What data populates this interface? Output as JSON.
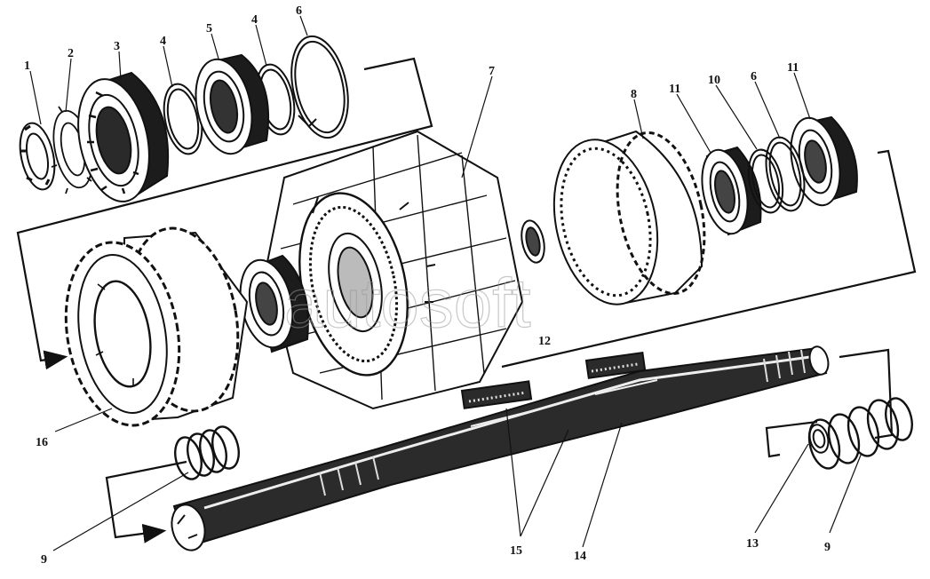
{
  "diagram": {
    "watermark": "autosoft",
    "callouts": [
      {
        "id": "c1",
        "text": "1"
      },
      {
        "id": "c2",
        "text": "2"
      },
      {
        "id": "c3",
        "text": "3"
      },
      {
        "id": "c4a",
        "text": "4"
      },
      {
        "id": "c5",
        "text": "5"
      },
      {
        "id": "c4b",
        "text": "4"
      },
      {
        "id": "c6a",
        "text": "6"
      },
      {
        "id": "c7",
        "text": "7"
      },
      {
        "id": "c8",
        "text": "8"
      },
      {
        "id": "c11a",
        "text": "11"
      },
      {
        "id": "c10",
        "text": "10"
      },
      {
        "id": "c6b",
        "text": "6"
      },
      {
        "id": "c11b",
        "text": "11"
      },
      {
        "id": "c12",
        "text": "12"
      },
      {
        "id": "c16",
        "text": "16"
      },
      {
        "id": "c9a",
        "text": "9"
      },
      {
        "id": "c15",
        "text": "15"
      },
      {
        "id": "c14",
        "text": "14"
      },
      {
        "id": "c13",
        "text": "13"
      },
      {
        "id": "c9b",
        "text": "9"
      }
    ]
  },
  "colors": {
    "line": "#111111",
    "paper": "#ffffff",
    "watermark": "#9a9a9a"
  }
}
